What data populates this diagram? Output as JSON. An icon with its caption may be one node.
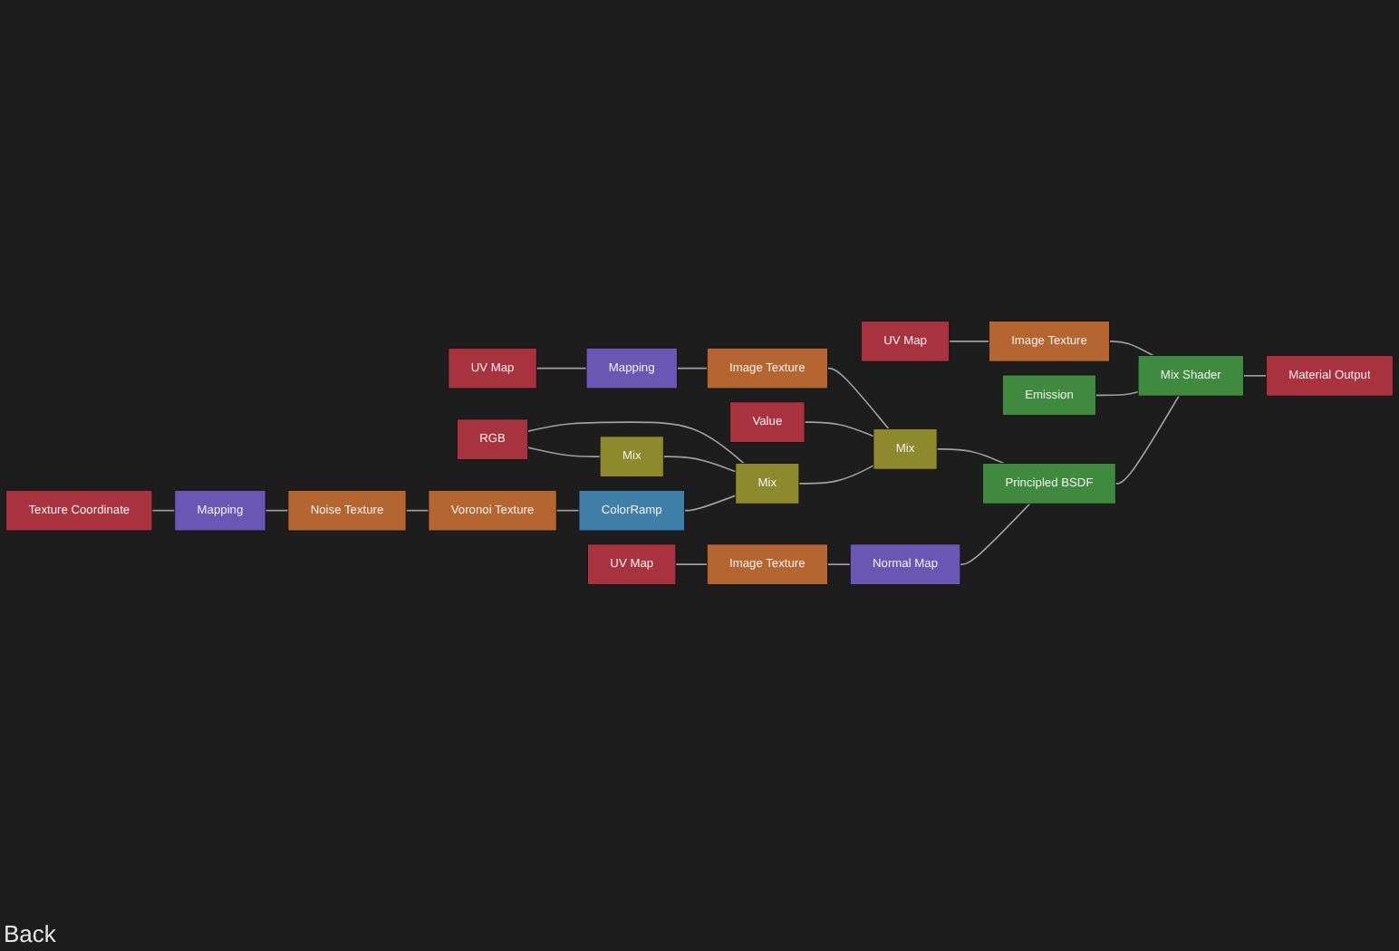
{
  "diagram": {
    "nodes": [
      {
        "text": [
          "Image Texture"
        ]
      },
      {
        "text": [
          "UV Map"
        ]
      },
      {
        "text": [
          "Emission"
        ]
      },
      {
        "text": [
          "Mix Shader"
        ]
      },
      {
        "text": [
          "Mapping"
        ]
      },
      {
        "text": [
          "UV Map"
        ]
      },
      {
        "text": [
          "Image Texture"
        ]
      },
      {
        "text": [
          "Value"
        ]
      },
      {
        "text": [
          "Principled BSDF"
        ]
      },
      {
        "text": [
          "Material Output"
        ]
      },
      {
        "text": [
          "Mix"
        ]
      },
      {
        "text": [
          "RGB"
        ]
      },
      {
        "text": [
          "Mix"
        ]
      },
      {
        "text": [
          "Mix"
        ]
      },
      {
        "text": [
          "Texture Coordinate"
        ]
      },
      {
        "text": [
          "Mapping"
        ]
      },
      {
        "text": [
          "Noise Texture"
        ]
      },
      {
        "text": [
          "Voronoi Texture"
        ]
      },
      {
        "text": [
          "ColorRamp"
        ]
      },
      {
        "text": [
          "Normal Map"
        ]
      },
      {
        "text": [
          "UV Map"
        ]
      },
      {
        "text": [
          "Image Texture"
        ]
      }
    ],
    "edges": [
      {
        "from": 1,
        "to": 0,
        "arrow": "none"
      },
      {
        "from": 0,
        "to": 3,
        "arrow": "none"
      },
      {
        "from": 2,
        "to": 3,
        "arrow": "none"
      },
      {
        "from": 8,
        "to": 3,
        "arrow": "none"
      },
      {
        "from": 3,
        "to": 9,
        "arrow": "none"
      },
      {
        "from": 5,
        "to": 4,
        "arrow": "none"
      },
      {
        "from": 4,
        "to": 6,
        "arrow": "none"
      },
      {
        "from": 6,
        "to": 10,
        "arrow": "none"
      },
      {
        "from": 7,
        "to": 10,
        "arrow": "none"
      },
      {
        "from": 10,
        "to": 8,
        "arrow": "none"
      },
      {
        "from": 11,
        "to": 13,
        "arrow": "none"
      },
      {
        "from": 11,
        "to": 12,
        "arrow": "none"
      },
      {
        "from": 13,
        "to": 12,
        "arrow": "none"
      },
      {
        "from": 18,
        "to": 12,
        "arrow": "none"
      },
      {
        "from": 12,
        "to": 10,
        "arrow": "none"
      },
      {
        "from": 14,
        "to": 15,
        "arrow": "none"
      },
      {
        "from": 15,
        "to": 16,
        "arrow": "none"
      },
      {
        "from": 16,
        "to": 17,
        "arrow": "none"
      },
      {
        "from": 17,
        "to": 18,
        "arrow": "none"
      },
      {
        "from": 20,
        "to": 21,
        "arrow": "none"
      },
      {
        "from": 21,
        "to": 19,
        "arrow": "none"
      },
      {
        "from": 19,
        "to": 8,
        "arrow": "none"
      }
    ],
    "labels": [
      "Back"
    ]
  }
}
